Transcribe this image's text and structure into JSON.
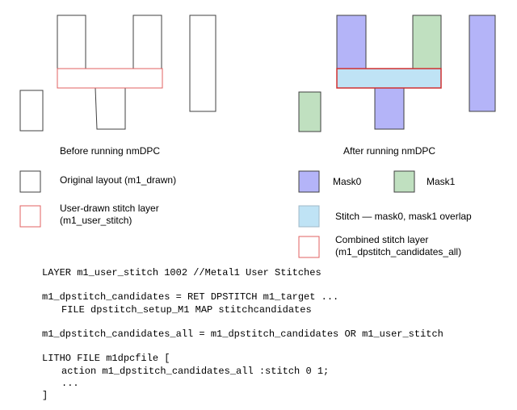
{
  "diagram": {
    "before_caption": "Before running nmDPC",
    "after_caption": "After running nmDPC",
    "colors": {
      "outline": "#404040",
      "stitch_outline": "#d03030",
      "legend_stitch_outline": "#e06060",
      "mask0": "#b4b4f8",
      "mask1": "#c0e0c0",
      "stitch_fill": "#bfe3f5"
    }
  },
  "legend": {
    "original_layout": "Original layout (m1_drawn)",
    "user_stitch_line1": "User-drawn stitch layer",
    "user_stitch_line2": "(m1_user_stitch)",
    "mask0": "Mask0",
    "mask1": "Mask1",
    "stitch_overlap": "Stitch — mask0, mask1 overlap",
    "combined_line1": "Combined stitch layer",
    "combined_line2": "(m1_dpstitch_candidates_all)"
  },
  "code": {
    "line1": "LAYER m1_user_stitch 1002 //Metal1 User Stitches",
    "line2": "m1_dpstitch_candidates = RET DPSTITCH m1_target ...",
    "line3": "FILE dpstitch_setup_M1 MAP stitchcandidates",
    "line4": "m1_dpstitch_candidates_all = m1_dpstitch_candidates OR m1_user_stitch",
    "line5": "LITHO FILE m1dpcfile [",
    "line6": "action m1_dpstitch_candidates_all :stitch 0 1;",
    "line7": "...",
    "line8": "]"
  }
}
